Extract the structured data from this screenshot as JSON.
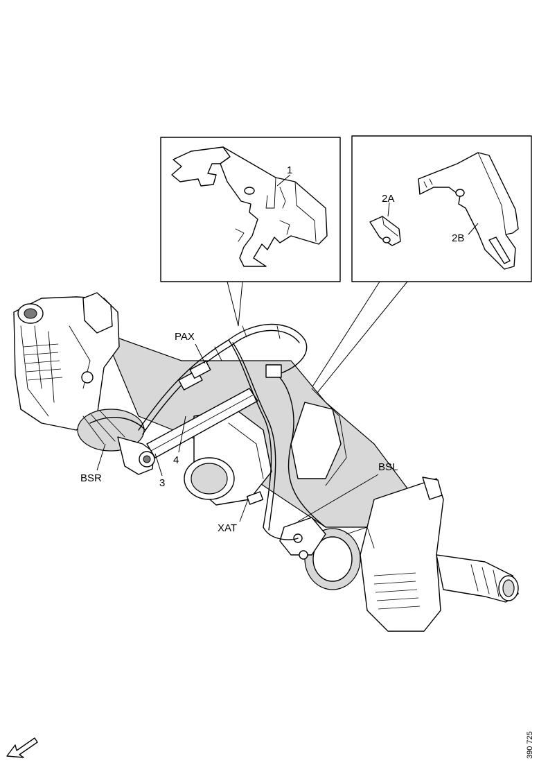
{
  "figure": {
    "inset_left": {
      "part_label": "1"
    },
    "inset_right": {
      "part_label_a": "2A",
      "part_label_b": "2B"
    },
    "callouts": {
      "pax": "PAX",
      "bsr": "BSR",
      "bsl": "BSL",
      "xat": "XAT",
      "item_3": "3",
      "item_4": "4"
    },
    "reference_code": "390 725",
    "orientation_icon": "front-direction-arrow-icon"
  }
}
